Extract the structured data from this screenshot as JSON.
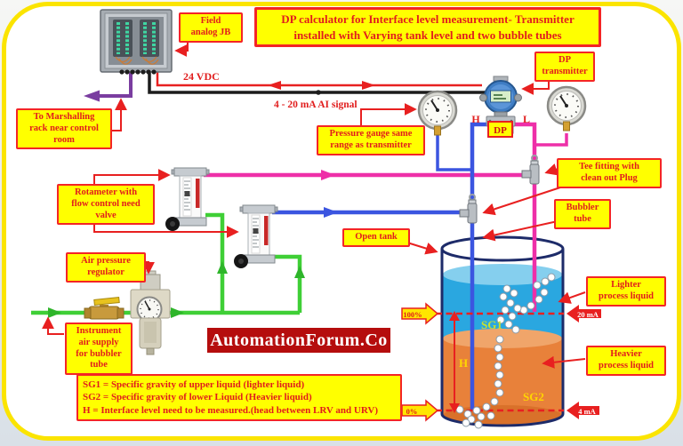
{
  "title": {
    "lines": [
      "DP calculator for Interface level measurement- Transmitter",
      "installed with Varying tank level and two bubble tubes"
    ]
  },
  "watermark": "AutomationForum.Co",
  "boxes": {
    "field_jb": {
      "lines": [
        "Field",
        "analog JB"
      ]
    },
    "marshalling": {
      "lines": [
        "To Marshalling",
        "rack near control",
        "room"
      ]
    },
    "dp_transmitter": {
      "lines": [
        "DP",
        "transmitter"
      ]
    },
    "pressure_gauge": {
      "lines": [
        "Pressure gauge same",
        "range as transmitter"
      ]
    },
    "tee_fitting": {
      "lines": [
        "Tee fitting with",
        "clean out Plug"
      ]
    },
    "bubbler_tube": {
      "lines": [
        "Bubbler",
        "tube"
      ]
    },
    "open_tank": {
      "lines": [
        "Open tank"
      ]
    },
    "rotameter": {
      "lines": [
        "Rotameter with",
        "flow control need",
        "valve"
      ]
    },
    "air_regulator": {
      "lines": [
        "Air pressure",
        "regulator"
      ]
    },
    "air_supply": {
      "lines": [
        "Instrument",
        "air supply",
        "for bubbler",
        "tube"
      ]
    },
    "lighter_liquid": {
      "lines": [
        "Lighter",
        "process liquid"
      ]
    },
    "heavier_liquid": {
      "lines": [
        "Heavier",
        "process liquid"
      ]
    }
  },
  "wire_labels": {
    "vdc": "24 VDC",
    "ai_signal": "4 - 20 mA AI signal"
  },
  "transmitter": {
    "h_port": "H",
    "l_port": "L",
    "tag": "DP"
  },
  "tank_labels": {
    "sg1": "SG1",
    "sg2": "SG2",
    "h_dim": "H",
    "level_100": "100%",
    "level_0": "0%",
    "ma_20": "20 mA",
    "ma_4": "4 mA"
  },
  "legend": {
    "lines": [
      "SG1 = Specific gravity of upper liquid (lighter liquid)",
      "SG2 = Specific gravity of lower Liquid (Heavier liquid)",
      "H = Interface level need to be measured.(head between LRV and URV)"
    ]
  },
  "colors": {
    "label_bg": "#ffff00",
    "label_border": "#f42525",
    "label_text": "#e11d1d",
    "air_line": "#3fcf36",
    "h_impulse_line": "#3b55e0",
    "l_impulse_line": "#ee2fa8",
    "signal_line": "#1c1c1c",
    "power_line": "#e82020",
    "marshalling_line": "#7a3da0",
    "lighter_liquid": "#2aa7e0",
    "heavier_liquid": "#e8813a",
    "tank_outline": "#1d2b69",
    "watermark_bg": "#b50d0d",
    "frame": "#fbe400"
  }
}
